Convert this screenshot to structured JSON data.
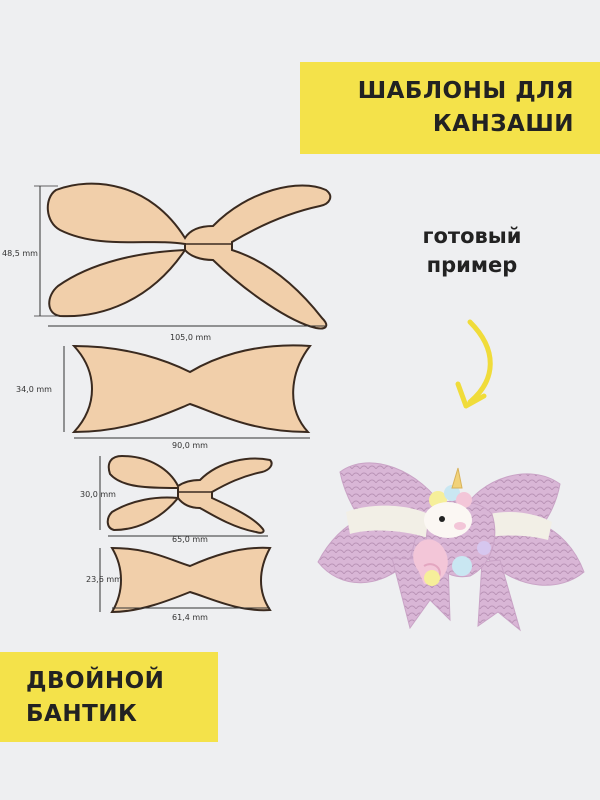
{
  "banner_top": {
    "line1": "ШАБЛОНЫ ДЛЯ",
    "line2": "КАНЗАШИ"
  },
  "banner_bottom": {
    "line1": "ДВОЙНОЙ",
    "line2": "БАНТИК"
  },
  "example": {
    "line1": "готовый",
    "line2": "пример"
  },
  "templates": [
    {
      "height_label": "48,5 mm",
      "width_label": "105,0 mm"
    },
    {
      "height_label": "34,0 mm",
      "width_label": "90,0 mm"
    },
    {
      "height_label": "30,0 mm",
      "width_label": "65,0 mm"
    },
    {
      "height_label": "23,6 mm",
      "width_label": "61,4 mm"
    }
  ],
  "colors": {
    "banner": "#f4e24a",
    "wood": "#f1cfaa",
    "bow": "#d9b6d6",
    "arrow": "#f0dc3a"
  }
}
